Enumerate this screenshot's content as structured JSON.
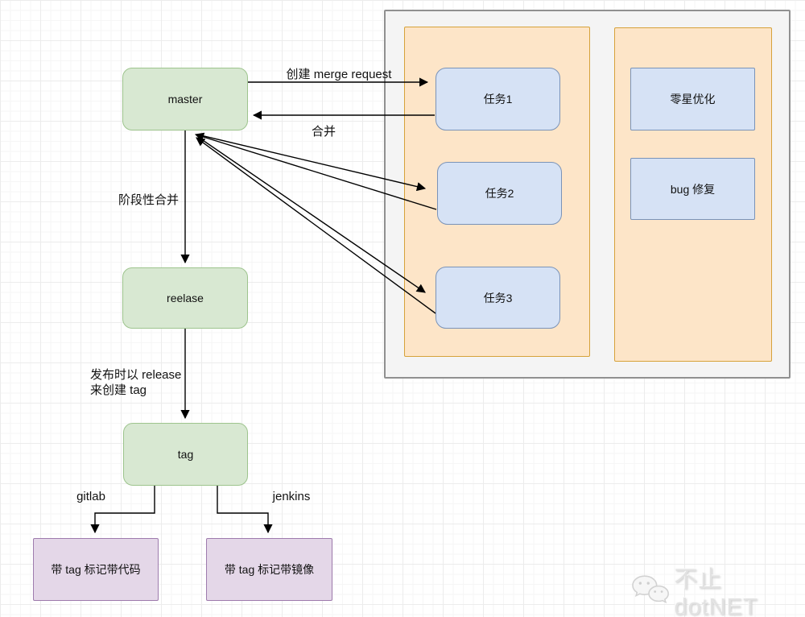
{
  "diagram": {
    "nodes": {
      "master": "master",
      "release": "reelase",
      "tag": "tag",
      "task1": "任务1",
      "task2": "任务2",
      "task3": "任务3",
      "optimize": "零星优化",
      "bugfix": "bug 修复",
      "tagged_code": "带 tag 标记带代码",
      "tagged_image": "带 tag 标记带镜像"
    },
    "labels": {
      "create_merge_request": "创建 merge request",
      "merge": "合并",
      "staged_merge": "阶段性合并",
      "release_tag_note_line1": "发布时以 release",
      "release_tag_note_line2": "来创建 tag",
      "gitlab": "gitlab",
      "jenkins": "jenkins"
    },
    "watermark": {
      "text": "不止dotNET",
      "icon": "wechat-icon"
    },
    "colors": {
      "green_fill": "#d8e8d2",
      "green_border": "#9dc48d",
      "blue_fill": "#d6e2f5",
      "blue_border": "#7a93b8",
      "orange_fill": "#fde5c8",
      "orange_border": "#d6a23a",
      "purple_fill": "#e4d7e8",
      "purple_border": "#9e7bad",
      "gray_fill": "#f4f4f4",
      "gray_border": "#909090",
      "arrow": "#000000"
    }
  }
}
